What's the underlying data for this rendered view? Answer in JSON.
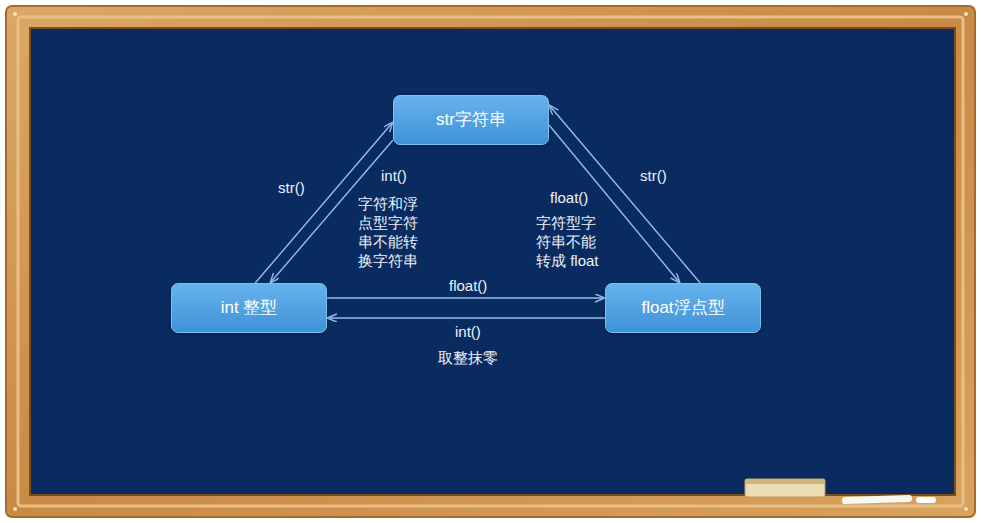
{
  "diagram": {
    "nodes": [
      {
        "text": [
          "str字符串"
        ]
      },
      {
        "text": [
          "int 整型"
        ]
      },
      {
        "text": [
          "float浮点型"
        ]
      }
    ],
    "edges": [
      {
        "from": 1,
        "to": 0,
        "arrow": "to",
        "label": "str()"
      },
      {
        "from": 0,
        "to": 1,
        "arrow": "to",
        "label": "int()"
      },
      {
        "from": 0,
        "to": 2,
        "arrow": "to",
        "label": "float()"
      },
      {
        "from": 2,
        "to": 0,
        "arrow": "to",
        "label": "str()"
      },
      {
        "from": 1,
        "to": 2,
        "arrow": "to",
        "label": "float()"
      },
      {
        "from": 2,
        "to": 1,
        "arrow": "to",
        "label": "int()"
      }
    ],
    "labels": [
      "字符和浮点型字符串不能转换字符串",
      "字符型字符串不能转成 float",
      "取整抹零"
    ]
  }
}
